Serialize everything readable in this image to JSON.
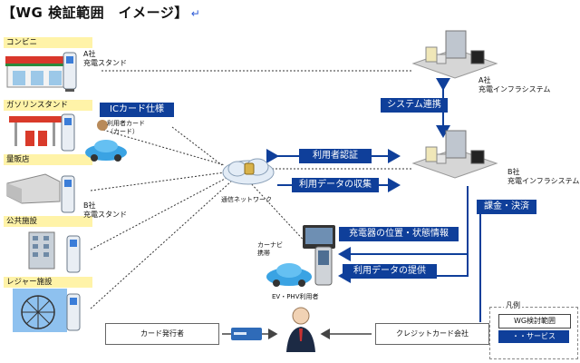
{
  "title": "【WG 検証範囲　イメージ】",
  "title_mark": "↵",
  "categories": {
    "convenience": "コンビニ",
    "gas_station": "ガソリンスタンド",
    "mass_retailer": "量販店",
    "public_facility": "公共施設",
    "leisure_facility": "レジャー施設"
  },
  "stations": {
    "a_station": "A社\n充電スタンド",
    "b_station": "B社\n充電スタンド"
  },
  "infra": {
    "a_infra": "A社\n充電インフラシステム",
    "b_infra": "B社\n充電インフラシステム"
  },
  "boxes": {
    "ic_card": "ICカード仕様",
    "system_link": "システム連携",
    "user_auth": "利用者認証",
    "data_collect": "利用データの収集",
    "billing": "課金・決済",
    "charger_info": "充電器の位置・状態情報",
    "data_provide": "利用データの提供"
  },
  "labels": {
    "user_card": "利用者カード\n（カード）",
    "network": "通信ネットワーク",
    "car_nav": "カーナビ\n携帯",
    "ev_user": "EV・PHV利用者",
    "card_issuer": "カード発行者",
    "credit_card_co": "クレジットカード会社"
  },
  "legend": {
    "title": "凡例",
    "scope": "WG検討範囲",
    "service": "・・サービス"
  },
  "colors": {
    "accent": "#0f3f9a",
    "category_bg": "#fff3a8"
  }
}
